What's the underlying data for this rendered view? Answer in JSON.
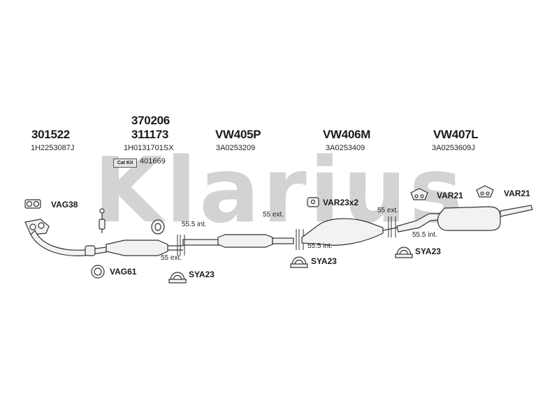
{
  "watermark": "Klarius",
  "columns": [
    {
      "part_numbers": [
        "301522"
      ],
      "oem": "1H2253087J"
    },
    {
      "part_numbers": [
        "370206",
        "311173"
      ],
      "oem": "1H0131701SX",
      "cat_kit": {
        "label": "Cat Kit",
        "number": "401669"
      }
    },
    {
      "part_numbers": [
        "VW405P"
      ],
      "oem": "3A0253209"
    },
    {
      "part_numbers": [
        "VW406M"
      ],
      "oem": "3A0253409"
    },
    {
      "part_numbers": [
        "VW407L"
      ],
      "oem": "3A0253609J"
    }
  ],
  "fittings": [
    {
      "code": "VAG38",
      "icon": "gasket-icon"
    },
    {
      "code": "VAG61",
      "icon": "gasket-ring-icon"
    },
    {
      "code": "SYA23",
      "icon": "clamp-icon"
    },
    {
      "code": "SYA23",
      "icon": "clamp-icon"
    },
    {
      "code": "SYA23",
      "icon": "clamp-icon"
    },
    {
      "code": "VAR23x2",
      "icon": "rubber-mount-icon"
    },
    {
      "code": "VAR21",
      "icon": "hanger-icon"
    },
    {
      "code": "VAR21",
      "icon": "hanger-icon"
    }
  ],
  "joints": [
    "55.5 int.",
    "55 ext.",
    "55 ext.",
    "55.5 int.",
    "55 ext.",
    "55.5 int."
  ],
  "colors": {
    "line": "#333333",
    "watermark": "#d3d3d3",
    "part_fill": "#f2f2f2"
  }
}
